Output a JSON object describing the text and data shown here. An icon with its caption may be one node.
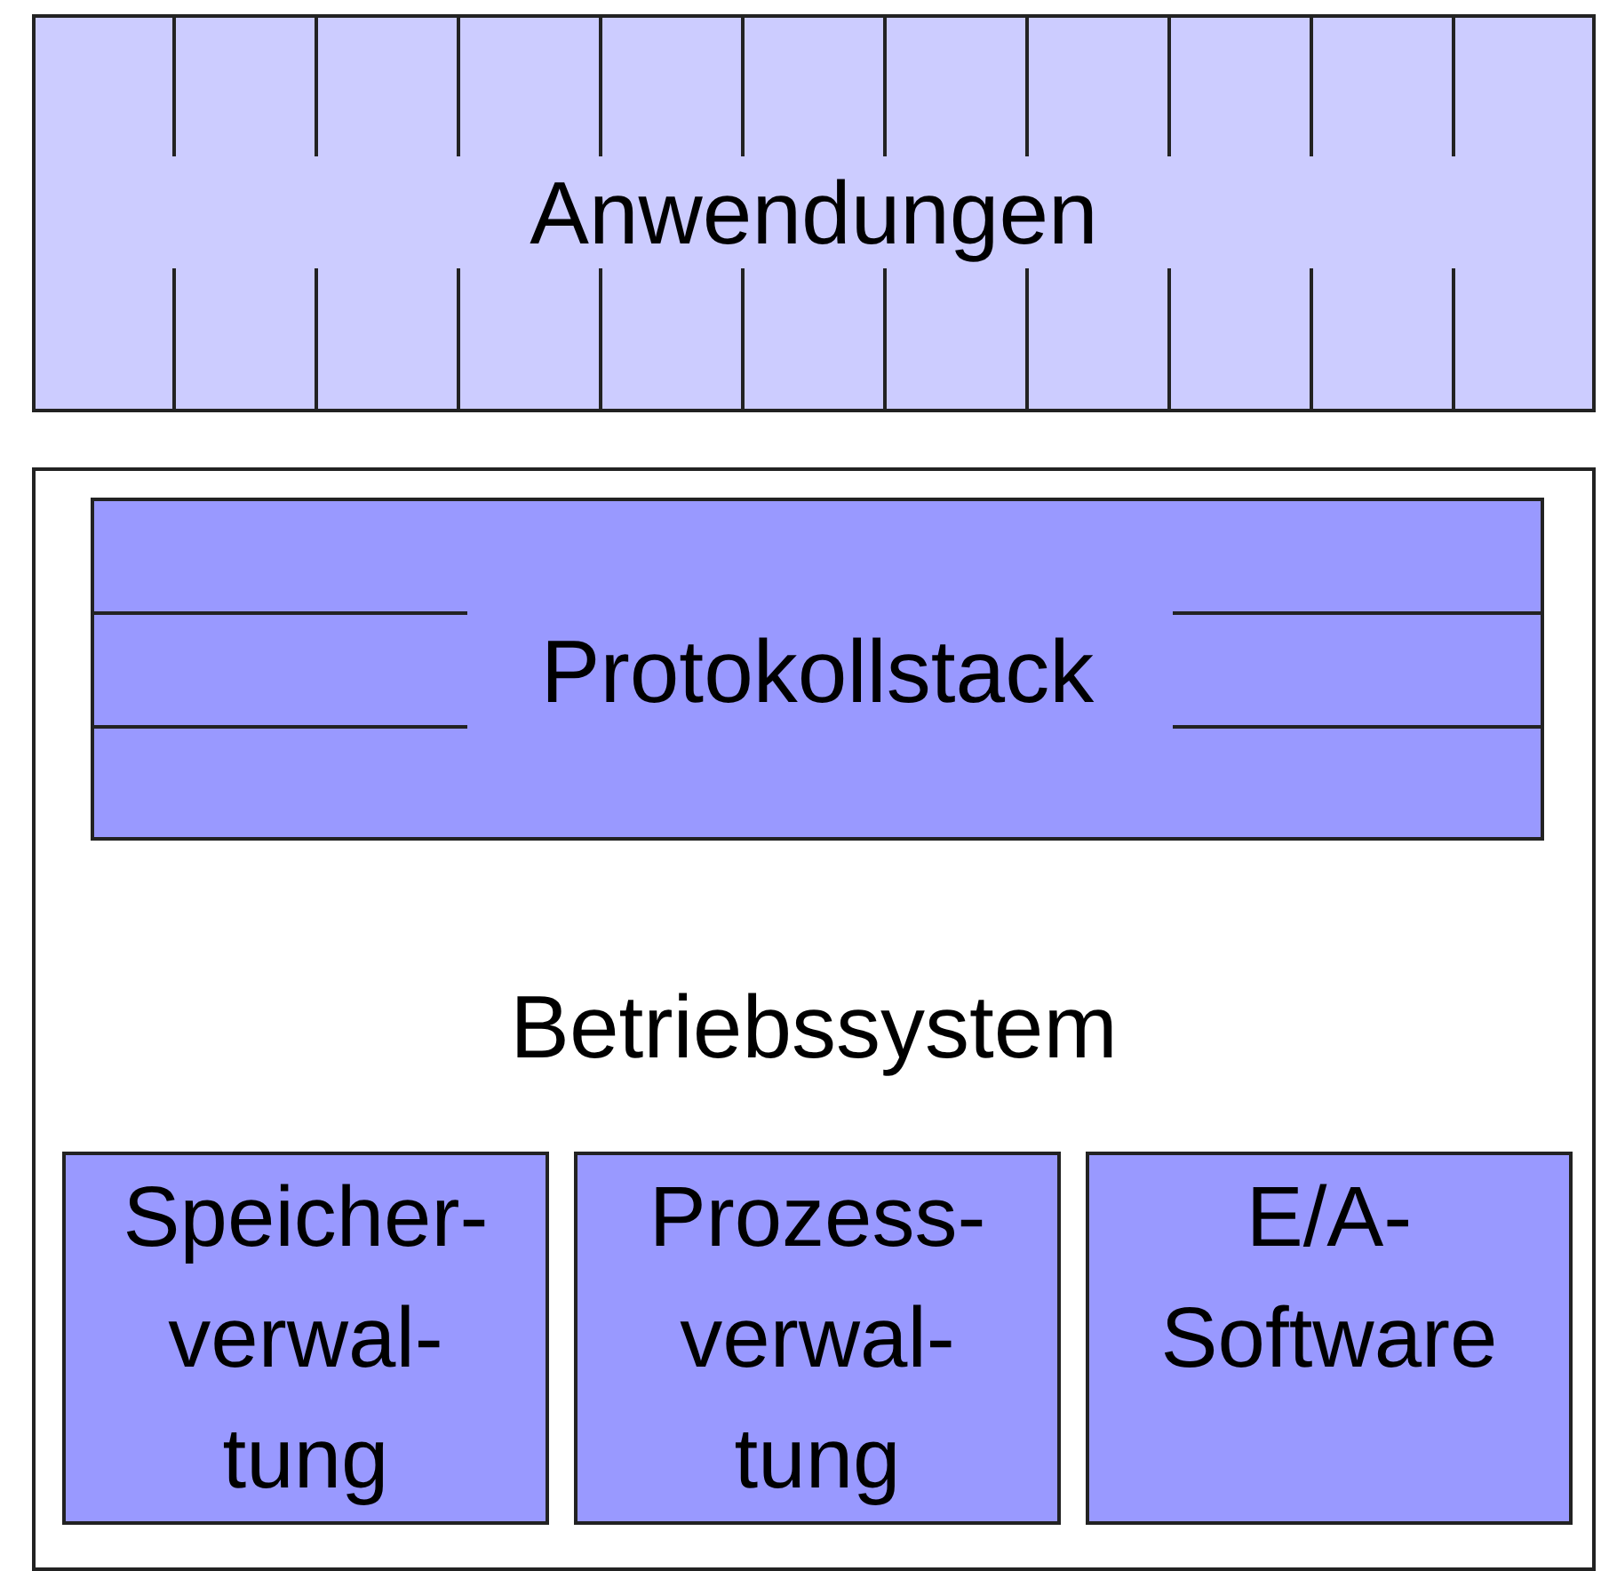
{
  "diagram": {
    "nodes": [
      {
        "text": [
          "Anwendungen"
        ]
      },
      {
        "text": [
          "Betriebssystem"
        ]
      },
      {
        "text": [
          "Protokollstack"
        ],
        "in": 1
      },
      {
        "text": [
          "Speicher- verwal- tung"
        ],
        "in": 1
      },
      {
        "text": [
          "Prozess- verwal- tung"
        ],
        "in": 1
      },
      {
        "text": [
          "E/A- Software"
        ],
        "in": 1
      }
    ]
  }
}
